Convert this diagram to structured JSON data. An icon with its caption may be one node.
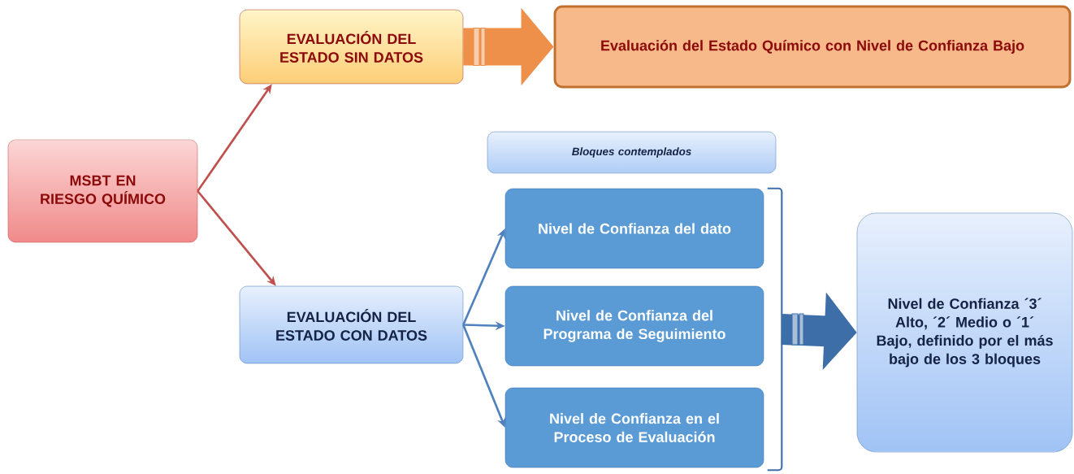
{
  "diagram": {
    "nodes": [
      {
        "text": [
          "MSBT EN RIESGO QUÍMICO"
        ]
      },
      {
        "text": [
          "EVALUACIÓN DEL ESTADO SIN DATOS"
        ]
      },
      {
        "text": [
          "Evaluación del Estado Químico con Nivel de Confianza Bajo"
        ]
      },
      {
        "text": [
          "Bloques contemplados"
        ]
      },
      {
        "text": [
          "EVALUACIÓN DEL ESTADO CON DATOS"
        ]
      },
      {
        "text": [
          "Nivel de Confianza del dato"
        ]
      },
      {
        "text": [
          "Nivel de Confianza del Programa de Seguimiento"
        ]
      },
      {
        "text": [
          "Nivel de Confianza en el Proceso de Evaluación"
        ]
      },
      {
        "text": [
          "Nivel de Confianza ´3´ Alto, ´2´ Medio o ´1´ Bajo, definido por el más  bajo de los 3 bloques"
        ]
      },
      {
        "text": [],
        "shape": "bracket"
      }
    ],
    "edges": [
      {
        "from": 0,
        "to": 1,
        "arrow": "to",
        "color": "#c0504d"
      },
      {
        "from": 0,
        "to": 4,
        "arrow": "to",
        "color": "#c0504d"
      },
      {
        "from": 1,
        "to": 2,
        "arrow": "to",
        "style": "thick",
        "color": "#ee8f4a"
      },
      {
        "from": 4,
        "to": 5,
        "arrow": "to"
      },
      {
        "from": 4,
        "to": 6,
        "arrow": "to"
      },
      {
        "from": 4,
        "to": 7,
        "arrow": "to"
      },
      {
        "from": 9,
        "to": 8,
        "arrow": "to",
        "style": "thick",
        "color": "#3e6ea8"
      }
    ]
  }
}
